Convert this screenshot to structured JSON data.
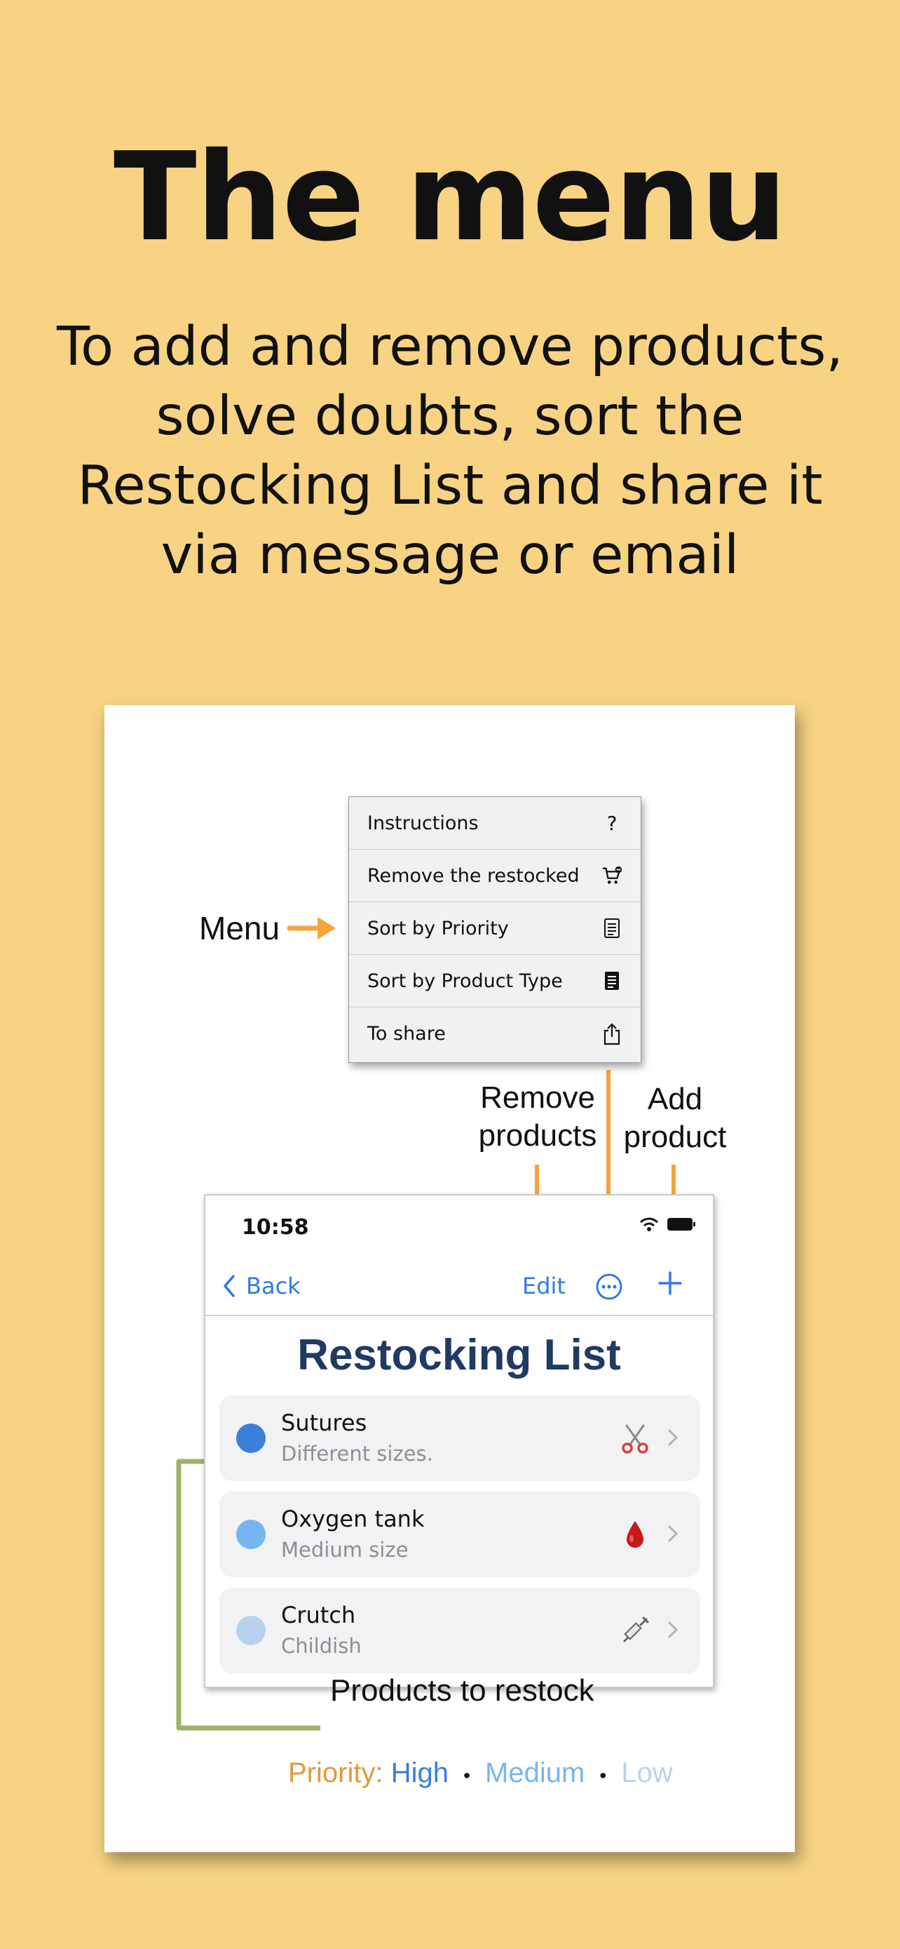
{
  "hero": {
    "title": "The menu",
    "subtitle": "To add and remove products, solve doubts, sort the Restocking List and share it via message or email"
  },
  "menu": {
    "items": [
      {
        "label": "Instructions",
        "icon": "question-icon"
      },
      {
        "label": "Remove the restocked",
        "icon": "cart-remove-icon"
      },
      {
        "label": "Sort by Priority",
        "icon": "list-icon"
      },
      {
        "label": "Sort by Product Type",
        "icon": "doc-list-icon"
      },
      {
        "label": "To share",
        "icon": "share-icon"
      }
    ]
  },
  "annotations": {
    "menu": "Menu",
    "remove_line1": "Remove",
    "remove_line2": "products",
    "add_line1": "Add",
    "add_line2": "product",
    "products_to_restock": "Products to restock"
  },
  "phone": {
    "time": "10:58",
    "back_label": "Back",
    "edit_label": "Edit",
    "title": "Restocking List",
    "items": [
      {
        "name": "Sutures",
        "desc": "Different sizes.",
        "priority": "High",
        "icon": "scissors-icon"
      },
      {
        "name": "Oxygen tank",
        "desc": "Medium size",
        "priority": "Medium",
        "icon": "drop-icon"
      },
      {
        "name": "Crutch",
        "desc": "Childish",
        "priority": "Low",
        "icon": "syringe-icon"
      }
    ]
  },
  "priority_legend": {
    "label": "Priority:",
    "high": "High",
    "medium": "Medium",
    "low": "Low",
    "sep": "•"
  },
  "colors": {
    "background": "#F8D384",
    "accent_blue": "#2F7AE5",
    "title_navy": "#1F3A63",
    "arrow_orange": "#F5A53A",
    "arrow_green": "#9CB36A",
    "priority_high": "#3C7FD8",
    "priority_medium": "#75B6F0",
    "priority_low": "#B8D2EE",
    "priority_label": "#E0993A"
  }
}
